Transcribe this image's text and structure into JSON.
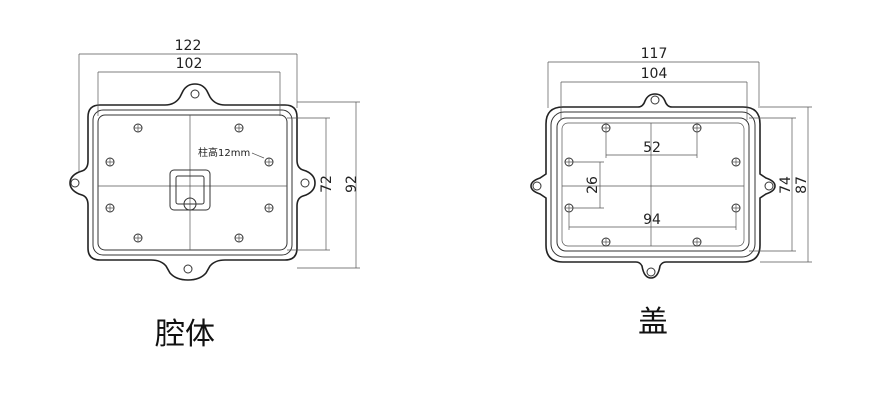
{
  "body_view": {
    "caption": "腔体",
    "dims": {
      "outer_width": "122",
      "inner_width": "102",
      "inner_height": "72",
      "outer_height": "92"
    },
    "post_note": "柱高12mm"
  },
  "lid_view": {
    "caption": "盖",
    "dims": {
      "outer_width": "117",
      "inner_width": "104",
      "inner_height": "74",
      "outer_height": "87",
      "hole_span_short": "52",
      "hole_span_vertical": "26",
      "hole_span_long": "94"
    }
  },
  "colors": {
    "line": "#333333",
    "background": "#ffffff"
  }
}
